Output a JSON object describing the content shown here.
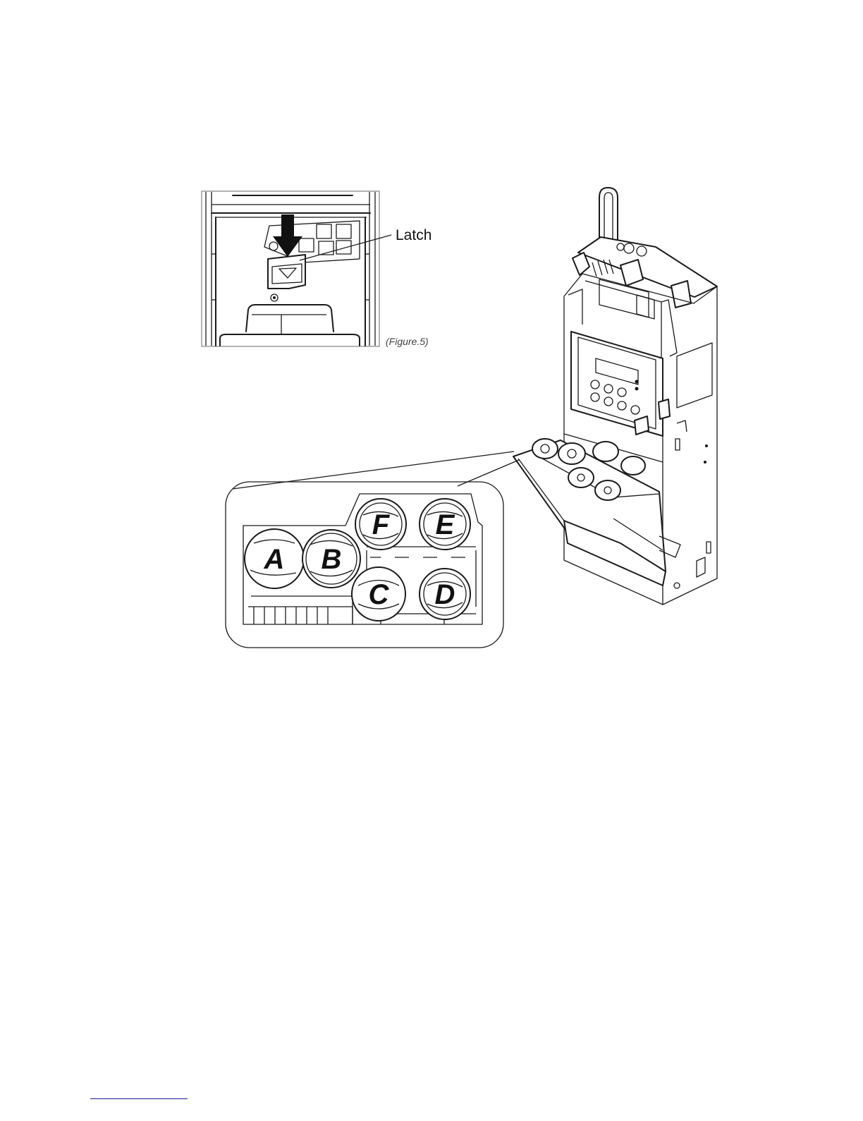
{
  "callouts": {
    "latch_label": "Latch",
    "figure_caption": "(Figure.5)"
  },
  "inset": {
    "tube_labels": {
      "a": "A",
      "b": "B",
      "c": "C",
      "d": "D",
      "e": "E",
      "f": "F"
    }
  },
  "colors": {
    "line": "#1a1a1a",
    "inset_frame": "#9a9a9a",
    "footer_rule": "#1a1a8c"
  }
}
